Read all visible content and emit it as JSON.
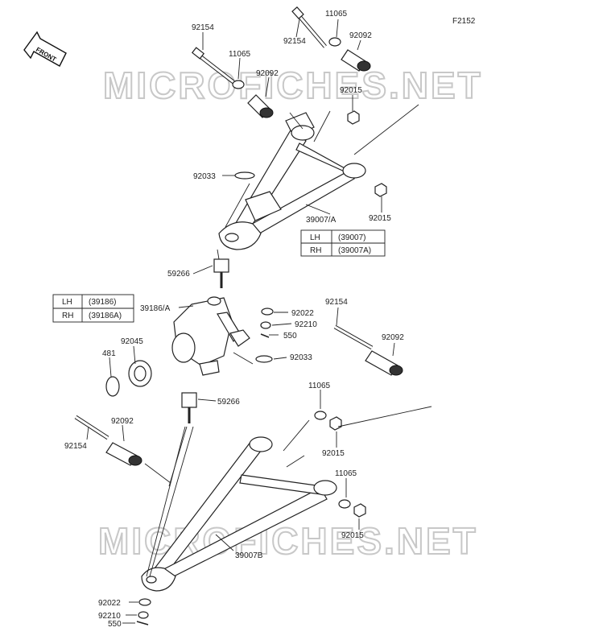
{
  "figure_code": "F2152",
  "front_label": "FRONT",
  "watermark": "MICROFICHES.NET",
  "tables": {
    "upper": {
      "rows": [
        {
          "side": "LH",
          "part": "(39007)"
        },
        {
          "side": "RH",
          "part": "(39007A)"
        }
      ]
    },
    "knuckle": {
      "rows": [
        {
          "side": "LH",
          "part": "(39186)"
        },
        {
          "side": "RH",
          "part": "(39186A)"
        }
      ]
    }
  },
  "labels": {
    "l92154_a": "92154",
    "l92154_b": "92154",
    "l11065_a": "11065",
    "l11065_b": "11065",
    "l92092_a": "92092",
    "l92092_b": "92092",
    "l92015_a": "92015",
    "l92015_b": "92015",
    "l92033_a": "92033",
    "l39007a": "39007/A",
    "l59266_a": "59266",
    "l39186a": "39186/A",
    "l92022_a": "92022",
    "l92210_a": "92210",
    "l550_a": "550",
    "l92045": "92045",
    "l481": "481",
    "l92033_b": "92033",
    "l92154_c": "92154",
    "l92092_c": "92092",
    "l11065_c": "11065",
    "l92015_c": "92015",
    "l59266_b": "59266",
    "l92092_d": "92092",
    "l92154_d": "92154",
    "l11065_d": "11065",
    "l92015_d": "92015",
    "l39007b": "39007B",
    "l92022_b": "92022",
    "l92210_b": "92210",
    "l550_b": "550"
  }
}
